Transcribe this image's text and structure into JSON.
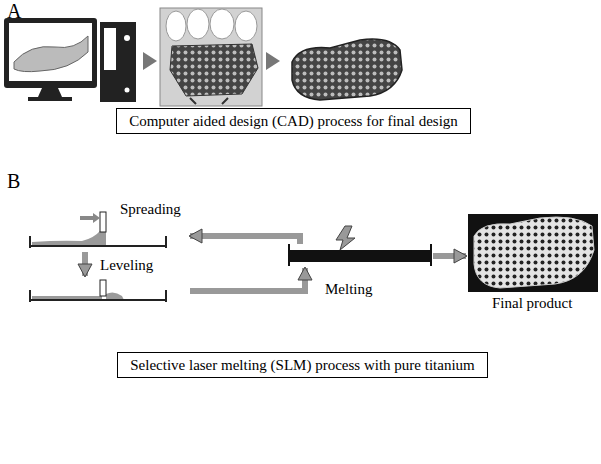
{
  "diagram": {
    "nodes": [
      {
        "text": [
          "Computer aided design (CAD) process for final design"
        ]
      },
      {
        "text": [
          "Spreading"
        ]
      },
      {
        "text": [
          "Leveling"
        ]
      },
      {
        "text": [
          "Melting"
        ]
      },
      {
        "text": [
          "Final product"
        ]
      },
      {
        "text": [
          "Selective laser melting (SLM) process with pure titanium"
        ]
      }
    ],
    "edges": [
      {
        "from": 1,
        "to": 2,
        "arrow": "to"
      },
      {
        "from": 2,
        "to": 3,
        "arrow": "to"
      },
      {
        "from": 3,
        "to": 1,
        "arrow": "to"
      },
      {
        "from": 3,
        "to": 4,
        "arrow": "to"
      }
    ],
    "labels": [
      "A",
      "B"
    ]
  }
}
